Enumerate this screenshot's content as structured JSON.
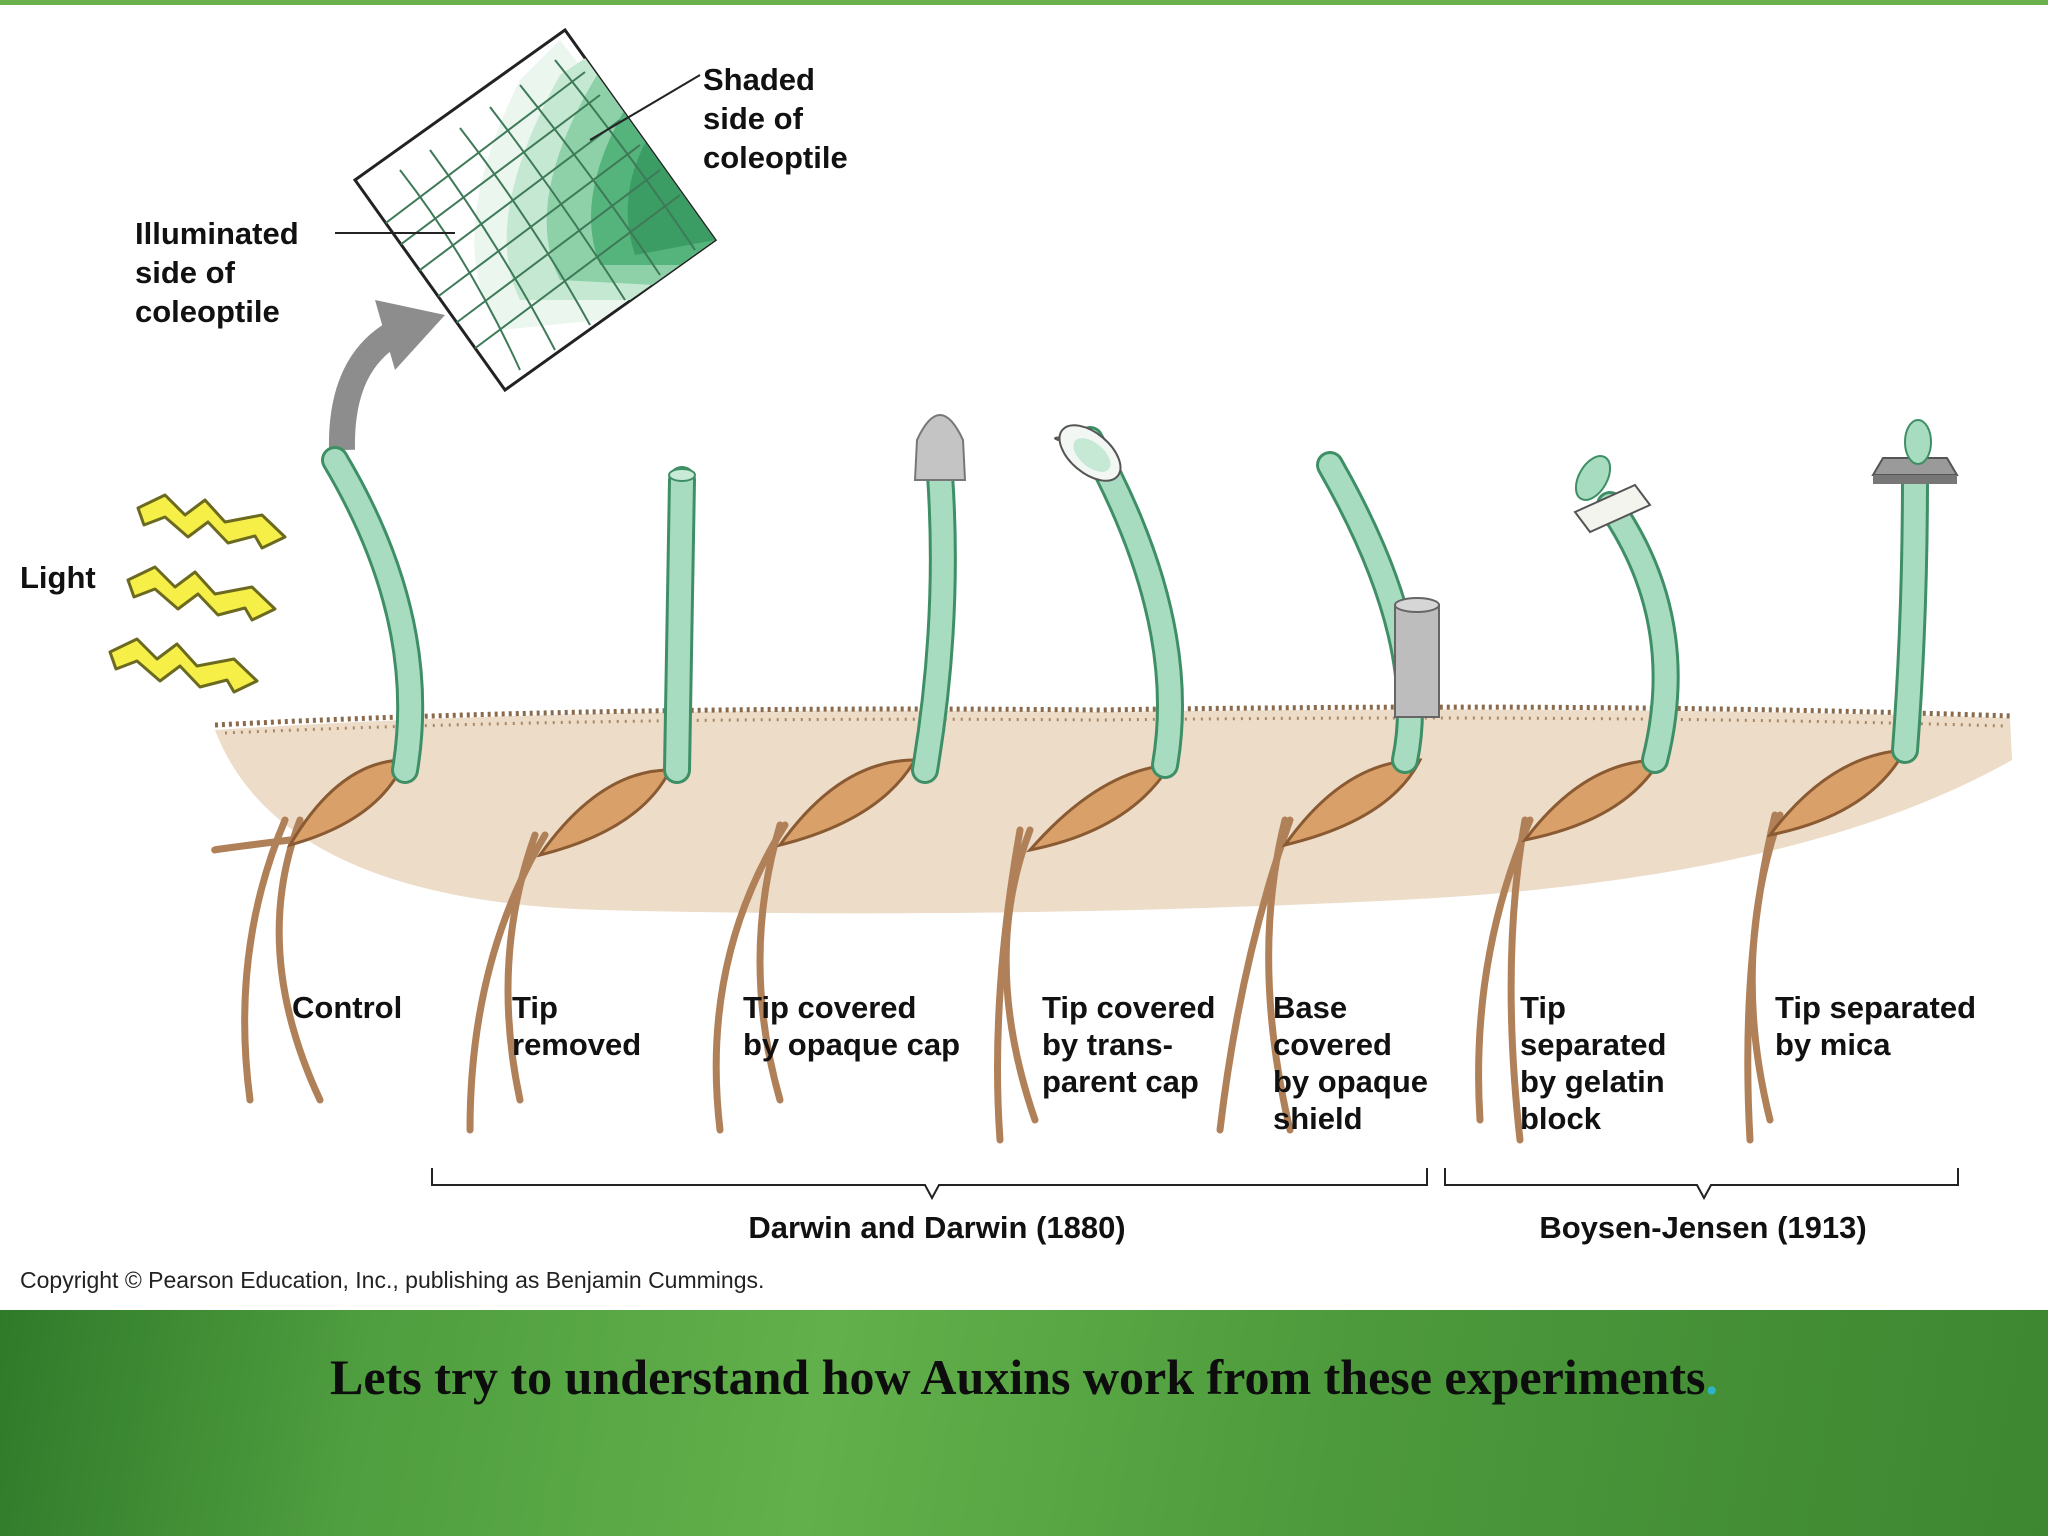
{
  "labels": {
    "shaded": [
      "Shaded",
      "side of",
      "coleoptile"
    ],
    "illuminated": [
      "Illuminated",
      "side of",
      "coleoptile"
    ],
    "light": "Light",
    "experiments": [
      {
        "lines": [
          "Control"
        ]
      },
      {
        "lines": [
          "Tip",
          "removed"
        ]
      },
      {
        "lines": [
          "Tip covered",
          "by opaque cap"
        ]
      },
      {
        "lines": [
          "Tip covered",
          "by trans-",
          "parent cap"
        ]
      },
      {
        "lines": [
          "Base",
          "covered",
          "by opaque",
          "shield"
        ]
      },
      {
        "lines": [
          "Tip",
          "separated",
          "by gelatin",
          "block"
        ]
      },
      {
        "lines": [
          "Tip separated",
          "by mica"
        ]
      }
    ],
    "groups": {
      "darwin": "Darwin and Darwin (1880)",
      "boysen": "Boysen-Jensen (1913)"
    },
    "copyright": "Copyright © Pearson Education, Inc., publishing as Benjamin Cummings."
  },
  "footer": {
    "text": "Lets try to understand how Auxins work from these experiments",
    "trailing": "."
  },
  "colors": {
    "stem": "#a8dcc0",
    "stem_edge": "#3f8f66",
    "soil": "#ecdcc8",
    "seed": "#d9a06a",
    "root": "#d8b086",
    "light": "#f6ef48",
    "footer_green": "#4f9e3f"
  }
}
